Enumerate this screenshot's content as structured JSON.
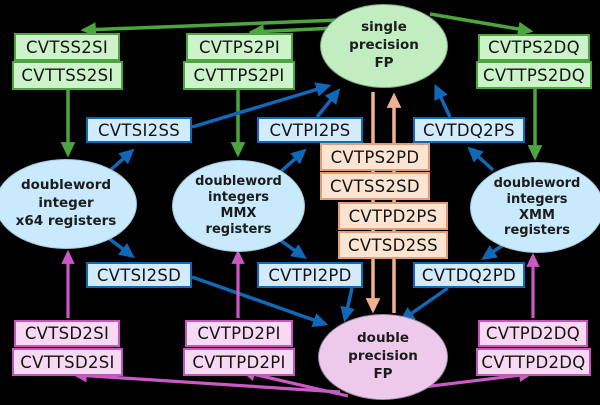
{
  "title": "floating point / integer conversion instruction diagram",
  "colors": {
    "background": "#000000",
    "green_accent": "#4da53f",
    "green_fill": "#cdf3cb",
    "green_node_fill": "#c2edc1",
    "blue_accent": "#1068b7",
    "blue_fill": "#d3ecfd",
    "blue_node_fill": "#c9e9fc",
    "orange_accent": "#efb191",
    "orange_border": "#e29d77",
    "orange_fill": "#fbe4d2",
    "magenta_accent": "#cb59c5",
    "pink_fill": "#f8d9f3",
    "pink_node_fill": "#edcaec"
  },
  "nodes": {
    "single_fp": "single\nprecision\nFP",
    "x64": "doubleword\ninteger\nx64 registers",
    "mmx": "doubleword\nintegers\nMMX\nregisters",
    "xmm": "doubleword\nintegers\nXMM\nregisters",
    "double_fp": "double\nprecision\nFP"
  },
  "instructions": {
    "cvtss2si": "CVTSS2SI",
    "cvttss2si": "CVTTSS2SI",
    "cvtps2pi": "CVTPS2PI",
    "cvttps2pi": "CVTTPS2PI",
    "cvtps2dq": "CVTPS2DQ",
    "cvttps2dq": "CVTTPS2DQ",
    "cvtsi2ss": "CVTSI2SS",
    "cvtpi2ps": "CVTPI2PS",
    "cvtdq2ps": "CVTDQ2PS",
    "cvtps2pd": "CVTPS2PD",
    "cvtss2sd": "CVTSS2SD",
    "cvtpd2ps": "CVTPD2PS",
    "cvtsd2ss": "CVTSD2SS",
    "cvtsi2sd": "CVTSI2SD",
    "cvtpi2pd": "CVTPI2PD",
    "cvtdq2pd": "CVTDQ2PD",
    "cvtsd2si": "CVTSD2SI",
    "cvttsd2si": "CVTTSD2SI",
    "cvtpd2pi": "CVTPD2PI",
    "cvttpd2pi": "CVTTPD2PI",
    "cvtpd2dq": "CVTPD2DQ",
    "cvttpd2dq": "CVTTPD2DQ"
  }
}
